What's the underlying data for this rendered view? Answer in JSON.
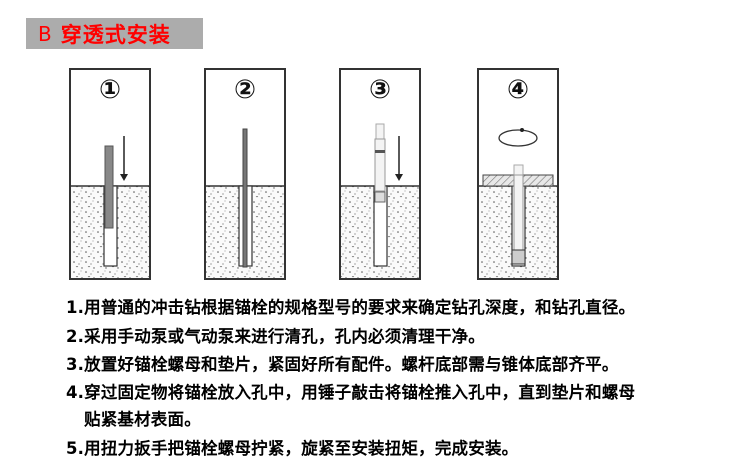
{
  "header": {
    "letter": "B",
    "title": "穿透式安装",
    "background": "#acacac",
    "text_color": "#ff0000"
  },
  "panels": [
    {
      "label": "①",
      "icon": "drill-bit-with-down-arrow"
    },
    {
      "label": "②",
      "icon": "cleaning-rod-in-hole"
    },
    {
      "label": "③",
      "icon": "anchor-bolt-with-down-arrow"
    },
    {
      "label": "④",
      "icon": "rotation-arrow-tightening"
    }
  ],
  "steps": [
    "1.用普通的冲击钻根据锚栓的规格型号的要求来确定钻孔深度，和钻孔直径。",
    "2.采用手动泵或气动泵来进行清孔，孔内必须清理干净。",
    "3.放置好锚栓螺母和垫片，紧固好所有配件。螺杆底部需与锥体底部齐平。",
    "4.穿过固定物将锚栓放入孔中，用锤子敲击将锚栓推入孔中，直到垫片和螺母",
    "  贴紧基材表面。",
    "5.用扭力扳手把锚栓螺母拧紧，旋紧至安装扭矩，完成安装。"
  ]
}
